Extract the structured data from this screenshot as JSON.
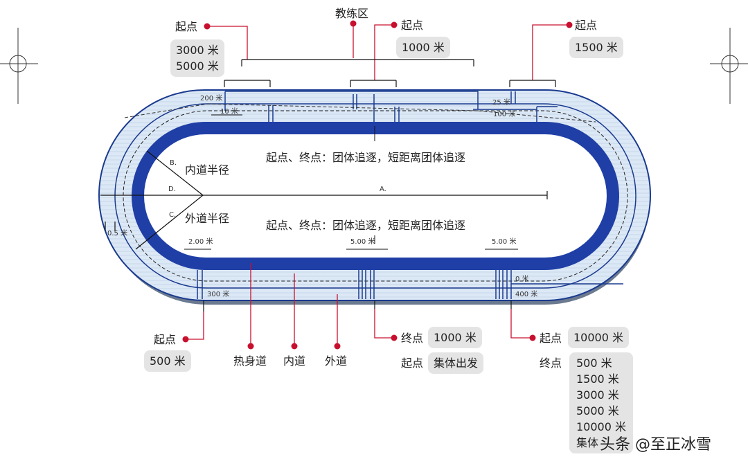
{
  "labels": {
    "coach_zone": "教练区",
    "start_top_left": "起点",
    "start_top_mid": "起点",
    "start_top_right": "起点",
    "dist_3000": "3000 米",
    "dist_5000": "5000 米",
    "dist_1000_top": "1000 米",
    "dist_1500_top": "1500 米",
    "team_pursuit_upper": "起点、终点：团体追逐，短距离团体追逐",
    "team_pursuit_lower": "起点、终点：团体追逐，短距离团体追逐",
    "inner_radius": "内道半径",
    "outer_radius": "外道半径",
    "start_bottom_left": "起点",
    "dist_500": "500 米",
    "warmup_lane": "热身道",
    "inner_lane": "内道",
    "outer_lane": "外道",
    "finish_mid": "终点",
    "dist_1000_bottom": "1000 米",
    "start_mid_bottom": "起点",
    "mass_start": "集体出发",
    "start_bottom_right": "起点",
    "dist_10000": "10000 米",
    "finish_right": "终点",
    "finish_list": [
      "500 米",
      "1500 米",
      "3000 米",
      "5000 米",
      "10000 米",
      "集体"
    ]
  },
  "measurements": {
    "m200": "200 米",
    "m10": "10 米",
    "m25": "25 米",
    "m100": "100 米",
    "m300": "300 米",
    "m0": "0 米",
    "m400": "400 米",
    "m2": "2.00 米",
    "m5a": "5.00 米",
    "m5b": "5.00 米",
    "m05": "0.5 米",
    "A": "A.",
    "B": "B.",
    "C": "C.",
    "D": "D."
  },
  "watermark": "头条 @至正冰雪",
  "colors": {
    "ice": "#dfeaf6",
    "warmup": "#1f3fa6",
    "line": "#1a3a8f",
    "marker": "#c8102e"
  }
}
